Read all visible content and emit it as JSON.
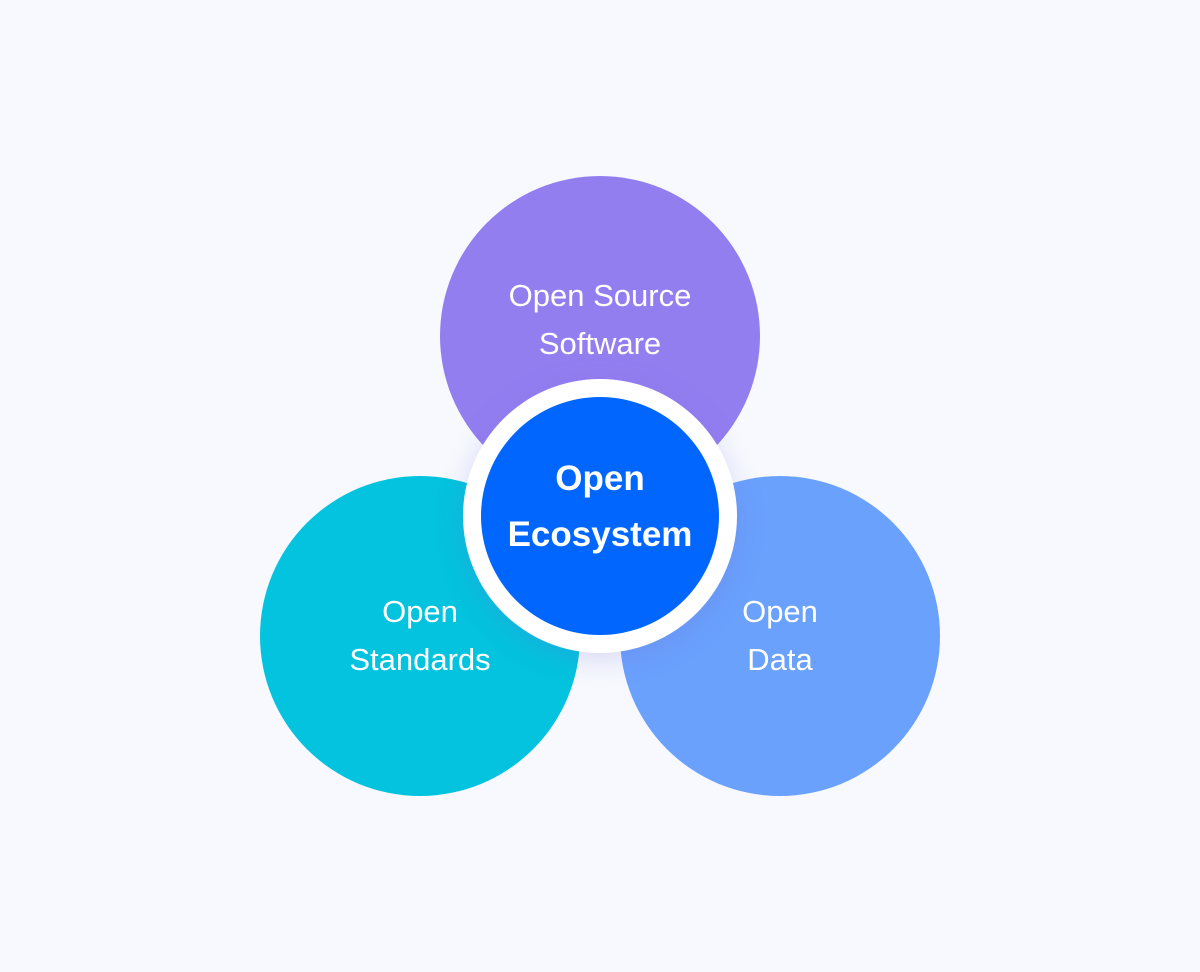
{
  "diagram": {
    "top_circle": {
      "label": "Open Source\nSoftware",
      "color": "#937ef0"
    },
    "left_circle": {
      "label": "Open\nStandards",
      "color": "#03c3de"
    },
    "right_circle": {
      "label": "Open\nData",
      "color": "#6aa1fd"
    },
    "center_circle": {
      "label": "Open\nEcosystem",
      "color": "#0066fe"
    }
  }
}
